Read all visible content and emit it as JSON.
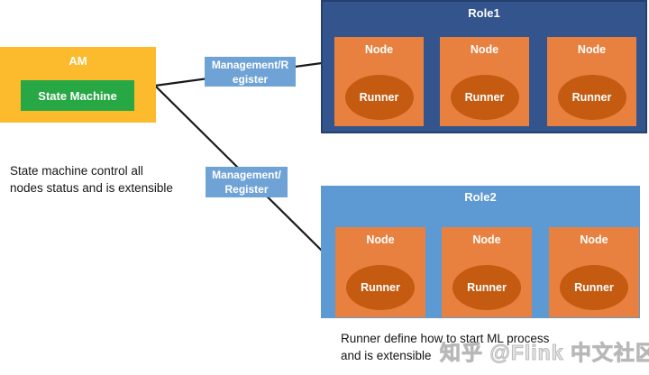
{
  "colors": {
    "am_fill": "#FBBB2D",
    "state_machine_fill": "#28A745",
    "management_fill": "#6FA3D6",
    "role1_fill": "#33548C",
    "role1_border": "#24406F",
    "role2_fill": "#5D99D2",
    "node_fill": "#E8813F",
    "runner_fill": "#C55A11",
    "connector_line": "#1A1A1A",
    "watermark_gray": "#BDBDBD"
  },
  "diagram": {
    "am": {
      "title": "AM",
      "state_machine_label": "State Machine"
    },
    "management_top": {
      "line1": "Management/R",
      "line2": "egister"
    },
    "management_bottom": {
      "line1": "Management/",
      "line2": "Register"
    },
    "role1": {
      "title": "Role1",
      "nodes": [
        {
          "label": "Node",
          "runner_label": "Runner"
        },
        {
          "label": "Node",
          "runner_label": "Runner"
        },
        {
          "label": "Node",
          "runner_label": "Runner"
        }
      ]
    },
    "role2": {
      "title": "Role2",
      "nodes": [
        {
          "label": "Node",
          "runner_label": "Runner"
        },
        {
          "label": "Node",
          "runner_label": "Runner"
        },
        {
          "label": "Node",
          "runner_label": "Runner"
        }
      ]
    },
    "caption_left": {
      "line1": "State machine control all",
      "line2": "nodes status and is extensible"
    },
    "caption_bottom": {
      "line1": "Runner define how to start ML process",
      "line2": "and is extensible"
    },
    "watermark": "知乎 @Flink 中文社区"
  }
}
